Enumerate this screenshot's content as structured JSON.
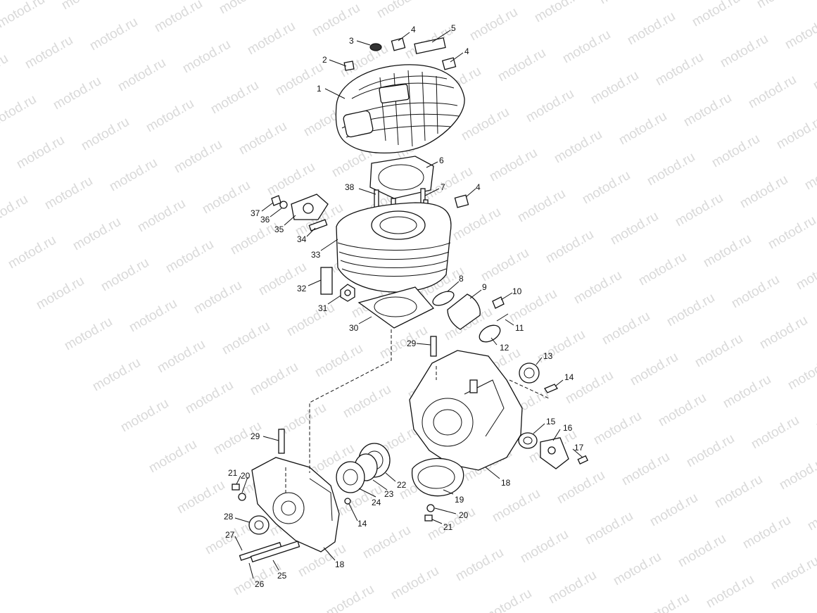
{
  "watermark": {
    "text": "motod.ru"
  },
  "callouts": [
    {
      "id": "p1",
      "label": "1"
    },
    {
      "id": "p2",
      "label": "2"
    },
    {
      "id": "p3",
      "label": "3"
    },
    {
      "id": "p4a",
      "label": "4"
    },
    {
      "id": "p4b",
      "label": "4"
    },
    {
      "id": "p4c",
      "label": "4"
    },
    {
      "id": "p5",
      "label": "5"
    },
    {
      "id": "p6",
      "label": "6"
    },
    {
      "id": "p7",
      "label": "7"
    },
    {
      "id": "p8",
      "label": "8"
    },
    {
      "id": "p9",
      "label": "9"
    },
    {
      "id": "p10",
      "label": "10"
    },
    {
      "id": "p11",
      "label": "11"
    },
    {
      "id": "p12",
      "label": "12"
    },
    {
      "id": "p13",
      "label": "13"
    },
    {
      "id": "p14a",
      "label": "14"
    },
    {
      "id": "p14b",
      "label": "14"
    },
    {
      "id": "p15",
      "label": "15"
    },
    {
      "id": "p16",
      "label": "16"
    },
    {
      "id": "p17",
      "label": "17"
    },
    {
      "id": "p18a",
      "label": "18"
    },
    {
      "id": "p18b",
      "label": "18"
    },
    {
      "id": "p19",
      "label": "19"
    },
    {
      "id": "p20a",
      "label": "20"
    },
    {
      "id": "p20b",
      "label": "20"
    },
    {
      "id": "p21a",
      "label": "21"
    },
    {
      "id": "p21b",
      "label": "21"
    },
    {
      "id": "p22",
      "label": "22"
    },
    {
      "id": "p23",
      "label": "23"
    },
    {
      "id": "p24",
      "label": "24"
    },
    {
      "id": "p25",
      "label": "25"
    },
    {
      "id": "p26",
      "label": "26"
    },
    {
      "id": "p27",
      "label": "27"
    },
    {
      "id": "p28",
      "label": "28"
    },
    {
      "id": "p29a",
      "label": "29"
    },
    {
      "id": "p29b",
      "label": "29"
    },
    {
      "id": "p30",
      "label": "30"
    },
    {
      "id": "p31",
      "label": "31"
    },
    {
      "id": "p32",
      "label": "32"
    },
    {
      "id": "p33",
      "label": "33"
    },
    {
      "id": "p34",
      "label": "34"
    },
    {
      "id": "p35",
      "label": "35"
    },
    {
      "id": "p36",
      "label": "36"
    },
    {
      "id": "p37",
      "label": "37"
    },
    {
      "id": "p38",
      "label": "38"
    }
  ]
}
